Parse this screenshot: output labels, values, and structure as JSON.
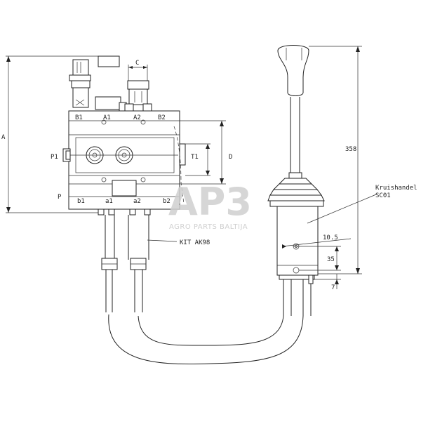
{
  "valve_block": {
    "port_labels_top": [
      "B1",
      "A1",
      "A2",
      "B2"
    ],
    "port_labels_bottom": [
      "b1",
      "a1",
      "a2",
      "b2"
    ],
    "inlet_label": "P1",
    "return_label": "T1",
    "side_label": "P"
  },
  "dimensions": {
    "overall_height": "A",
    "port_spacing": "C",
    "block_height": "D",
    "joystick_height": "358",
    "pivot_offset": "10.5",
    "mount_height": "35",
    "base_offset": "7"
  },
  "callouts": {
    "kit_label": "KIT AK98",
    "joystick_label_line1": "Kruishandel",
    "joystick_label_line2": "SC01"
  },
  "watermark": {
    "logo_text": "AP3",
    "company_text": "AGRO PARTS BALTIJA"
  }
}
